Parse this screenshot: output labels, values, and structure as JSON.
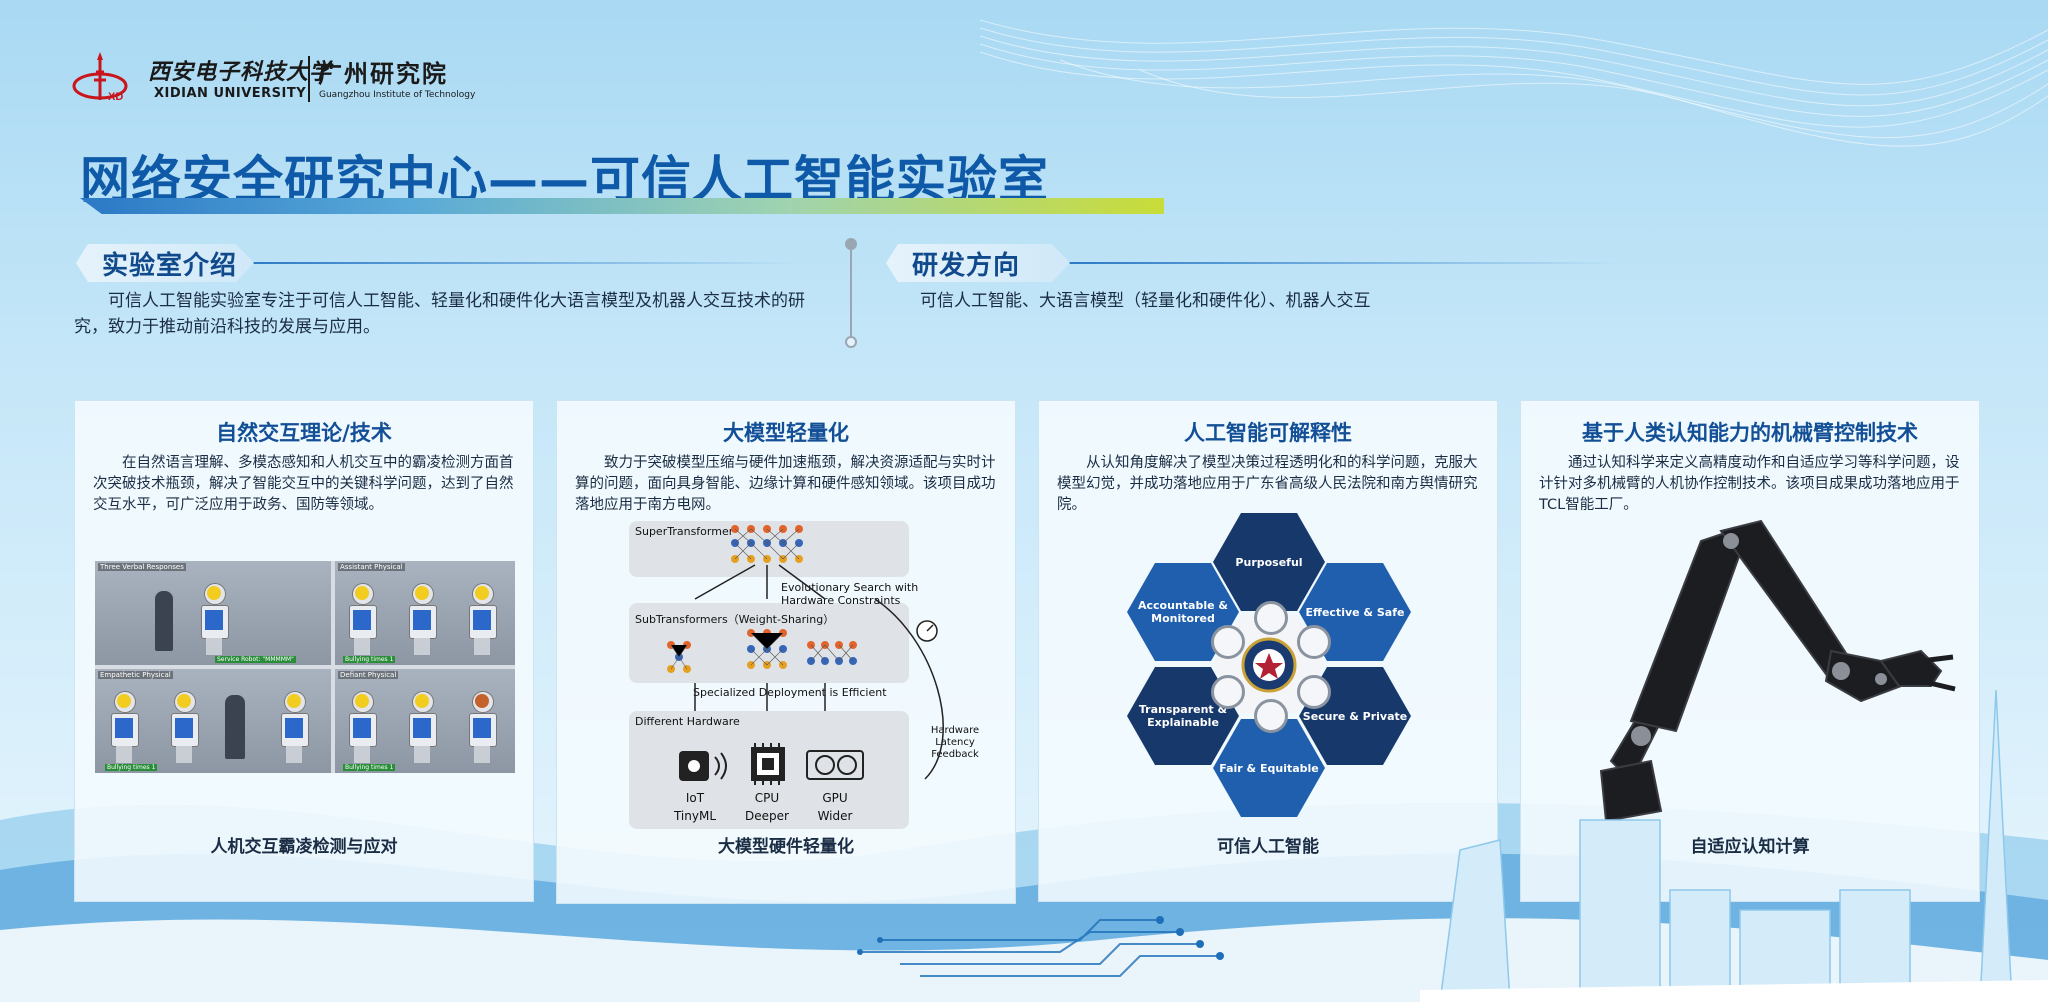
{
  "header": {
    "school_cn": "西安电子科技大学",
    "school_en": "XIDIAN UNIVERSITY",
    "emblem_text": "XD",
    "institute_cn": "广州研究院",
    "institute_en": "Guangzhou Institute of Technology"
  },
  "main_title": "网络安全研究中心——可信人工智能实验室",
  "intro": {
    "tag": "实验室介绍",
    "text": "可信人工智能实验室专注于可信人工智能、轻量化和硬件化大语言模型及机器人交互技术的研究，致力于推动前沿科技的发展与应用。"
  },
  "direction": {
    "tag": "研发方向",
    "text": "可信人工智能、大语言模型（轻量化和硬件化）、机器人交互"
  },
  "cards": [
    {
      "title": "自然交互理论/技术",
      "text": "在自然语言理解、多模态感知和人机交互中的霸凌检测方面首次突破技术瓶颈，解决了智能交互中的关键科学问题，达到了自然交互水平，可广泛应用于政务、国防等领域。",
      "caption": "人机交互霸凌检测与应对",
      "panels": [
        {
          "label": "Three Verbal Responses",
          "tag": "Service Robot: \"MMMMM\""
        },
        {
          "label": "Assistant Physical",
          "tag": "Bullying times 1"
        },
        {
          "label": "Empathetic Physical",
          "tag": "Bullying times 1"
        },
        {
          "label": "Defiant Physical",
          "tag": "Bullying times 1"
        }
      ]
    },
    {
      "title": "大模型轻量化",
      "text": "致力于突破模型压缩与硬件加速瓶颈，解决资源适配与实时计算的问题，面向具身智能、边缘计算和硬件感知领域。该项目成功落地应用于南方电网。",
      "caption": "大模型硬件轻量化",
      "diagram": {
        "super": "SuperTransformer",
        "search": "Evolutionary Search with Hardware Constraints",
        "sub": "SubTransformers（Weight-Sharing）",
        "deploy": "Specialized Deployment is Efficient",
        "hardware": "Different Hardware",
        "feedback": "Hardware Latency Feedback",
        "devices": [
          {
            "name": "IoT",
            "desc": "TinyML"
          },
          {
            "name": "CPU",
            "desc": "Deeper"
          },
          {
            "name": "GPU",
            "desc": "Wider"
          }
        ]
      }
    },
    {
      "title": "人工智能可解释性",
      "text": "从认知角度解决了模型决策过程透明化和的科学问题，克服大模型幻觉，并成功落地应用于广东省高级人民法院和南方舆情研究院。",
      "caption": "可信人工智能",
      "hexes": {
        "top": "Purposeful",
        "top_left": "Accountable & Monitored",
        "top_right": "Effective & Safe",
        "bottom_left": "Transparent & Explainable",
        "bottom_right": "Secure & Private",
        "bottom": "Fair & Equitable"
      }
    },
    {
      "title": "基于人类认知能力的机械臂控制技术",
      "text": "通过认知科学来定义高精度动作和自适应学习等科学问题，设计针对多机械臂的人机协作控制技术。该项目成果成功落地应用于TCL智能工厂。",
      "caption": "自适应认知计算"
    }
  ],
  "colors": {
    "title_blue": "#0f5aa8",
    "card_title": "#134f96",
    "hex_dark": "#17386b",
    "hex_blue": "#1f5fae",
    "title_bar_end": "#c9dc38"
  }
}
